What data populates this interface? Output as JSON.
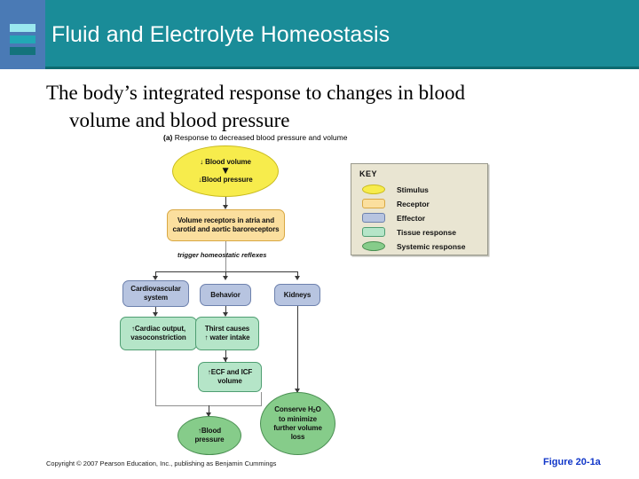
{
  "slide": {
    "header": {
      "title": "Fluid and Electrolyte Homeostasis",
      "bg_color": "#1a8c98",
      "deco_color": "#4a7ab5",
      "bar_colors": [
        "#9ae8ef",
        "#22a8b5",
        "#14737c"
      ]
    },
    "body_text": {
      "line1": "The body’s integrated response to changes in blood",
      "line2": "volume and blood pressure"
    },
    "footer": {
      "copyright": "Copyright © 2007 Pearson Education, Inc., publishing as Benjamin Cummings",
      "figure_label": "Figure 20-1a",
      "figure_label_color": "#1137c9"
    }
  },
  "figure": {
    "caption_prefix": "(a)",
    "caption": "Response to decreased blood pressure and volume",
    "reflex_label": "trigger homeostatic reflexes",
    "key": {
      "title": "KEY",
      "items": [
        {
          "label": "Stimulus",
          "shape": "ellipse",
          "color": "#f7ec4c",
          "border": "#c9bb1e"
        },
        {
          "label": "Receptor",
          "shape": "rect",
          "color": "#fbdf9e",
          "border": "#d9a843"
        },
        {
          "label": "Effector",
          "shape": "rect",
          "color": "#b7c4e0",
          "border": "#6d81ad"
        },
        {
          "label": "Tissue response",
          "shape": "rect",
          "color": "#b5e5c8",
          "border": "#4f9e72"
        },
        {
          "label": "Systemic response",
          "shape": "ellipse",
          "color": "#86cc8a",
          "border": "#4a8f52"
        }
      ]
    },
    "nodes": {
      "stimulus_line1": "↓ Blood volume",
      "stimulus_line2": "↓Blood pressure",
      "receptors_line1": "Volume receptors in atria and",
      "receptors_line2": "carotid and aortic baroreceptors",
      "effector_cardiovascular_line1": "Cardiovascular",
      "effector_cardiovascular_line2": "system",
      "effector_behavior": "Behavior",
      "effector_kidneys": "Kidneys",
      "tissue_cardiac_line1": "↑Cardiac output,",
      "tissue_cardiac_line2": "vasoconstriction",
      "tissue_thirst_line1": "Thirst causes",
      "tissue_thirst_line2": "↑ water intake",
      "tissue_ecficf_line1": "↑ECF and ICF",
      "tissue_ecficf_line2": "volume",
      "systemic_bp_line1": "↑Blood",
      "systemic_bp_line2": "pressure",
      "systemic_conserve_line1": "Conserve H",
      "systemic_conserve_sub": "2",
      "systemic_conserve_line1b": "O",
      "systemic_conserve_line2": "to minimize",
      "systemic_conserve_line3": "further volume",
      "systemic_conserve_line4": "loss"
    }
  }
}
